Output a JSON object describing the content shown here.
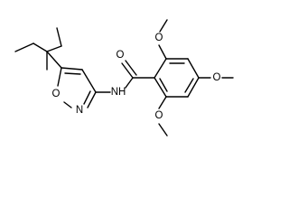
{
  "labels": {
    "ring_oxygen": "O",
    "ring_nitrogen": "N",
    "amide_nitrogen_hydrogen": "NH",
    "carbonyl_oxygen": "O",
    "methoxy_oxygen_top": "O",
    "methoxy_oxygen_right": "O",
    "methoxy_oxygen_bottom": "O"
  }
}
